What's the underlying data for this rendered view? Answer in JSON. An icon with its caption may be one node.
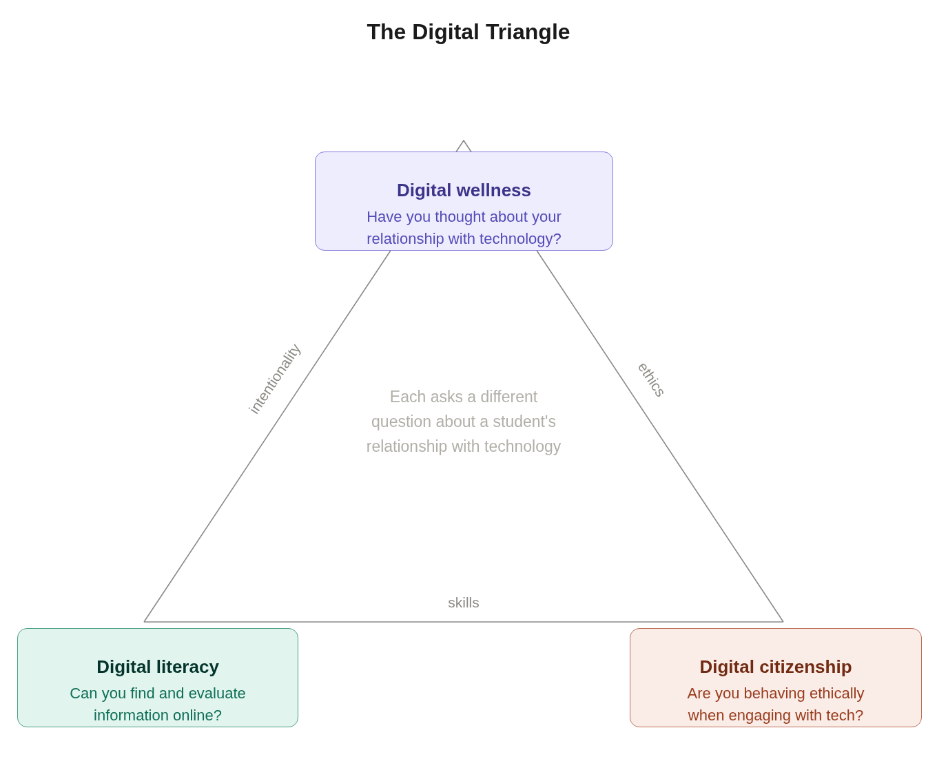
{
  "diagram": {
    "title": "The Digital Triangle",
    "nodes": [
      {
        "text": [
          "Digital wellness",
          "Have you thought about your relationship with technology?"
        ]
      },
      {
        "text": [
          "Digital literacy",
          "Can you find and evaluate information online?"
        ]
      },
      {
        "text": [
          "Digital citizenship",
          "Are you behaving ethically when engaging with tech?"
        ]
      }
    ],
    "edges": [
      {
        "from": 0,
        "to": 1,
        "arrow": "none",
        "label": "intentionality"
      },
      {
        "from": 0,
        "to": 2,
        "arrow": "none",
        "label": "ethics"
      },
      {
        "from": 1,
        "to": 2,
        "arrow": "none",
        "label": "skills"
      }
    ],
    "labels": [
      "Each asks a different question about a student's relationship with technology"
    ]
  }
}
